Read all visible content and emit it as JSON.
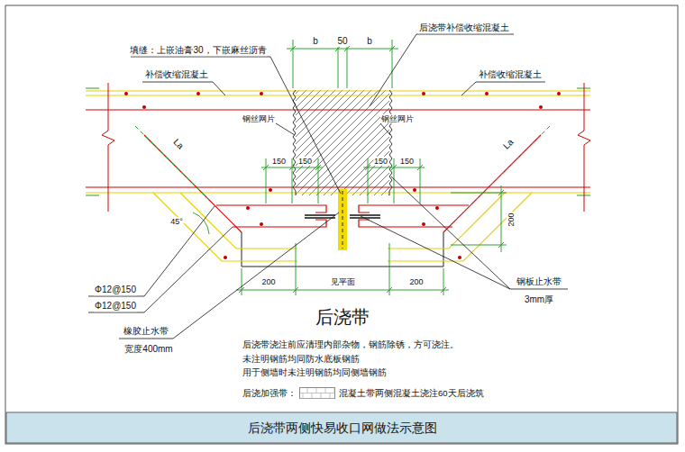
{
  "diagram": {
    "title": "后浇带",
    "caption": "后浇带两侧快易收口网做法示意图",
    "labels": [
      "b",
      "50",
      "b",
      "填缝：上嵌油膏30，下嵌麻丝沥青",
      "后浇带补偿收缩混凝土",
      "补偿收缩混凝土",
      "补偿收缩混凝土",
      "钢丝网片",
      "钢丝网片",
      "La",
      "La",
      "150",
      "150",
      "150",
      "150",
      "200",
      "45°",
      "Φ12@150",
      "Φ12@150",
      "200",
      "见平面",
      "200",
      "钢板止水带",
      "3mm厚",
      "橡胶止水带",
      "宽度400mm",
      "后浇带浇注前应清理内部杂物，钢筋除锈，方可浇注。",
      "未注明钢筋均同防水底板钢筋",
      "用于侧墙时未注明钢筋均同侧墙钢筋",
      "后浇加强带："
    ],
    "legend": [
      {
        "text": "混凝土带两侧混凝土浇注60天后浇筑"
      }
    ]
  }
}
